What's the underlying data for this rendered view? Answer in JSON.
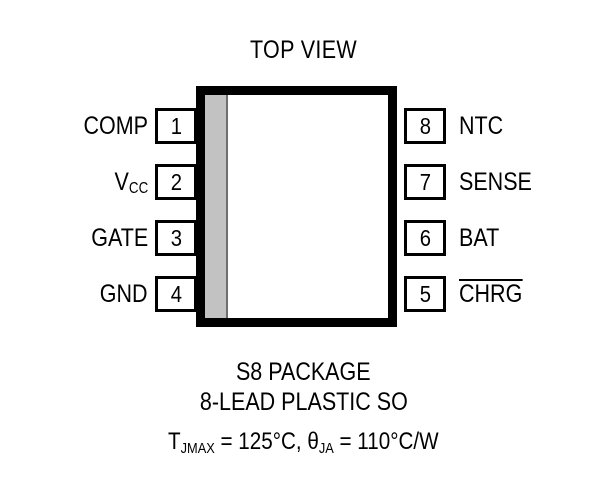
{
  "title": "TOP VIEW",
  "package": {
    "pin1_marker": "pin-1-stripe",
    "body_fill": "#ffffff",
    "body_border": "#000000",
    "stripe_fill": "#c2c2c2"
  },
  "pins": {
    "left": [
      {
        "number": "1",
        "label": "COMP",
        "sub": ""
      },
      {
        "number": "2",
        "label": "V",
        "sub": "CC"
      },
      {
        "number": "3",
        "label": "GATE",
        "sub": ""
      },
      {
        "number": "4",
        "label": "GND",
        "sub": ""
      }
    ],
    "right": [
      {
        "number": "8",
        "label": "NTC",
        "sub": "",
        "overbar": false
      },
      {
        "number": "7",
        "label": "SENSE",
        "sub": "",
        "overbar": false
      },
      {
        "number": "6",
        "label": "BAT",
        "sub": "",
        "overbar": false
      },
      {
        "number": "5",
        "label": "CHRG",
        "sub": "",
        "overbar": true
      }
    ]
  },
  "captions": {
    "package_name": "S8 PACKAGE",
    "lead_type": "8-LEAD PLASTIC SO",
    "thermal": {
      "tjmax_symbol": "T",
      "tjmax_sub": "JMAX",
      "tjmax_value": " = 125°C, ",
      "theta_symbol": "θ",
      "theta_sub": "JA",
      "theta_value": " = 110°C/W"
    }
  }
}
